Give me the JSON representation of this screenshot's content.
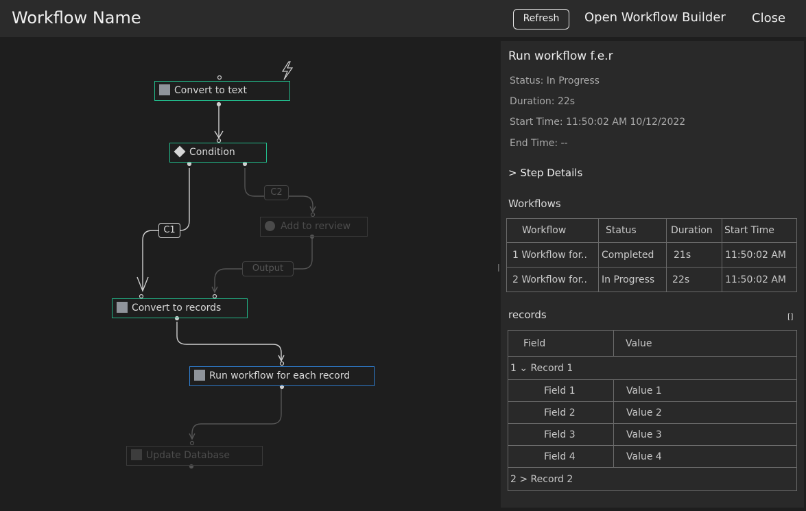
{
  "header": {
    "title": "Workflow Name",
    "refresh_label": "Refresh",
    "open_builder_label": "Open Workflow Builder",
    "close_label": "Close"
  },
  "canvas": {
    "nodes": {
      "convert_text": "Convert to text",
      "condition": "Condition",
      "add_review": "Add to rerview",
      "convert_records": "Convert to records",
      "run_workflow": "Run workflow for each record",
      "update_db": "Update Database"
    },
    "edge_labels": {
      "c1": "C1",
      "c2": "C2",
      "output": "Output"
    },
    "trigger_icon": "lightning-icon"
  },
  "panel": {
    "run_title": "Run workflow f.e.r",
    "status": "Status: In Progress",
    "duration": "Duration: 22s",
    "start_time": "Start Time: 11:50:02 AM  10/12/2022",
    "end_time": "End Time: --",
    "step_details": "> Step Details",
    "workflows_heading": "Workflows",
    "workflows_table": {
      "headers": [
        "Workflow",
        "Status",
        "Duration",
        "Start Time"
      ],
      "rows": [
        [
          "1 Workflow for..",
          "Completed",
          "21s",
          "11:50:02 AM"
        ],
        [
          "2 Workflow for..",
          "In Progress",
          "22s",
          "11:50:02 AM"
        ]
      ]
    },
    "records_heading": "records",
    "records_table": {
      "headers": [
        "Field",
        "Value"
      ],
      "record1": "1  ⌄ Record 1",
      "fields": [
        [
          "Field 1",
          "Value 1"
        ],
        [
          "Field 2",
          "Value 2"
        ],
        [
          "Field 3",
          "Value 3"
        ],
        [
          "Field 4",
          "Value 4"
        ]
      ],
      "record2": "2  > Record 2"
    }
  },
  "colors": {
    "active_node_border": "#22b98a",
    "running_node_border": "#2f7fd1",
    "background": "#1e1e1e",
    "header_bg": "#2b2b2b",
    "panel_bg": "#292929"
  }
}
